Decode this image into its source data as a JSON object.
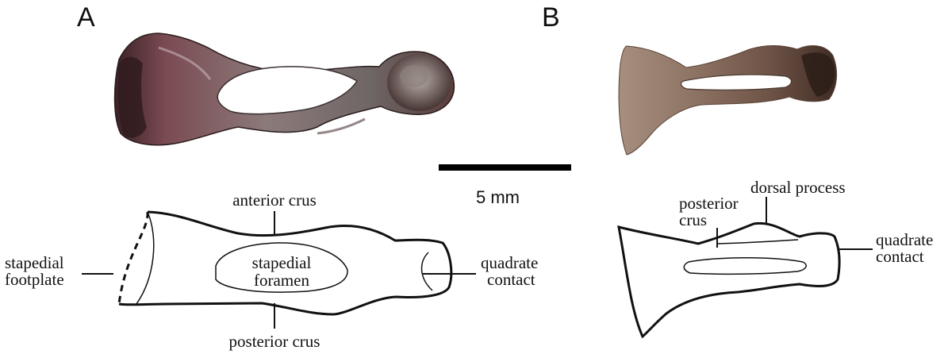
{
  "panels": {
    "a": "A",
    "b": "B"
  },
  "scale_bar": {
    "label": "5 mm"
  },
  "labels_a": {
    "anterior_crus": "anterior crus",
    "stapedial_footplate_1": "stapedial",
    "stapedial_footplate_2": "footplate",
    "stapedial_foramen_1": "stapedial",
    "stapedial_foramen_2": "foramen",
    "quadrate_contact_1": "quadrate",
    "quadrate_contact_2": "contact",
    "posterior_crus": "posterior crus"
  },
  "labels_b": {
    "posterior_crus_1": "posterior",
    "posterior_crus_2": "crus",
    "dorsal_process": "dorsal process",
    "quadrate_contact_1": "quadrate",
    "quadrate_contact_2": "contact"
  }
}
